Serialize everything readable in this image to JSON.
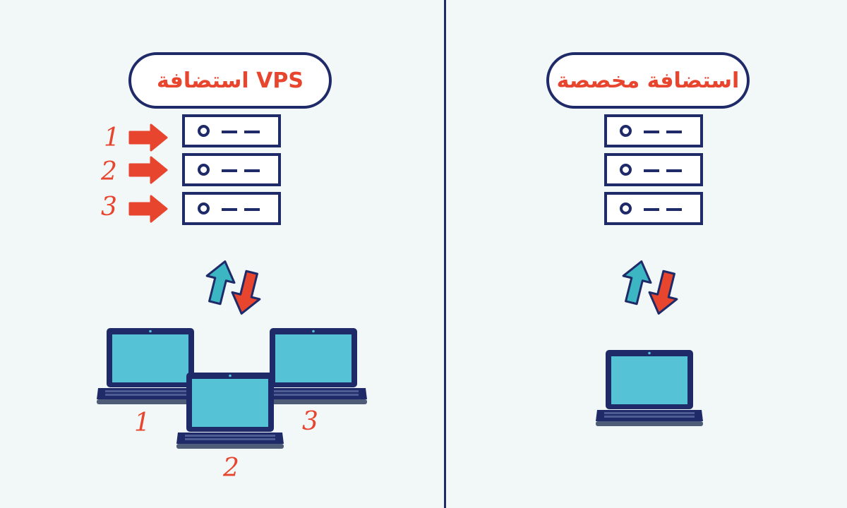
{
  "colors": {
    "navy": "#1f2a68",
    "accent_red": "#e8452f",
    "teal": "#3cb6c2",
    "screen": "#56c2d6",
    "background": "#f2f7f7"
  },
  "left_panel": {
    "title": "استضافة VPS",
    "server_numbers": [
      "1",
      "2",
      "3"
    ],
    "laptop_numbers": [
      "1",
      "2",
      "3"
    ],
    "icons": [
      "server-unit-icon",
      "right-arrow-icon",
      "up-arrow-icon",
      "down-arrow-icon",
      "laptop-icon"
    ]
  },
  "right_panel": {
    "title": "استضافة مخصصة",
    "icons": [
      "server-unit-icon",
      "up-arrow-icon",
      "down-arrow-icon",
      "laptop-icon"
    ]
  }
}
